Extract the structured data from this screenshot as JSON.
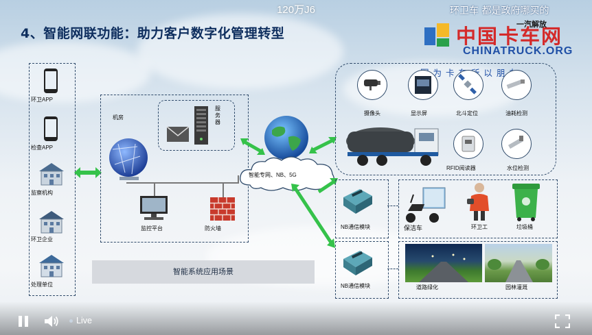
{
  "video": {
    "top_title": "120万J6",
    "live_label": "Live"
  },
  "slide": {
    "title": "4、智能网联功能：助力客户数字化管理转型",
    "left_column": [
      "环卫APP",
      "检查APP",
      "监察机构",
      "环卫企业",
      "处理单位"
    ],
    "server_room": {
      "room_label": "机房",
      "server_label": "服\n务\n器",
      "monitor_label": "监控平台",
      "firewall_label": "防火墙"
    },
    "network_label": "智能专网、NB、5G",
    "scene_label": "智能系统应用场景",
    "devices": [
      "摄像头",
      "显示屏",
      "北斗定位",
      "油耗检测",
      "RFID阅读器",
      "水位检测"
    ],
    "nb_module_1": "NB通信模块",
    "nb_module_2": "NB通信模块",
    "row1_items": [
      "保洁车",
      "环卫工",
      "垃圾桶"
    ],
    "row2_items": [
      "道路绿化",
      "园林灌溉"
    ]
  },
  "watermark": {
    "line1": "环卫车 都是政府哪买的",
    "brand_right": "一汽解放",
    "logo_cn": "中国卡车网",
    "logo_en": "CHINATRUCK.ORG",
    "line3": "因 为 卡 车 所 以 朋 友"
  },
  "colors": {
    "title": "#0e2e5e",
    "arrow": "#35c24a",
    "dash": "#2f4a6a",
    "watermark_red": "#d42a2a",
    "watermark_blue": "#1f4fa6"
  }
}
